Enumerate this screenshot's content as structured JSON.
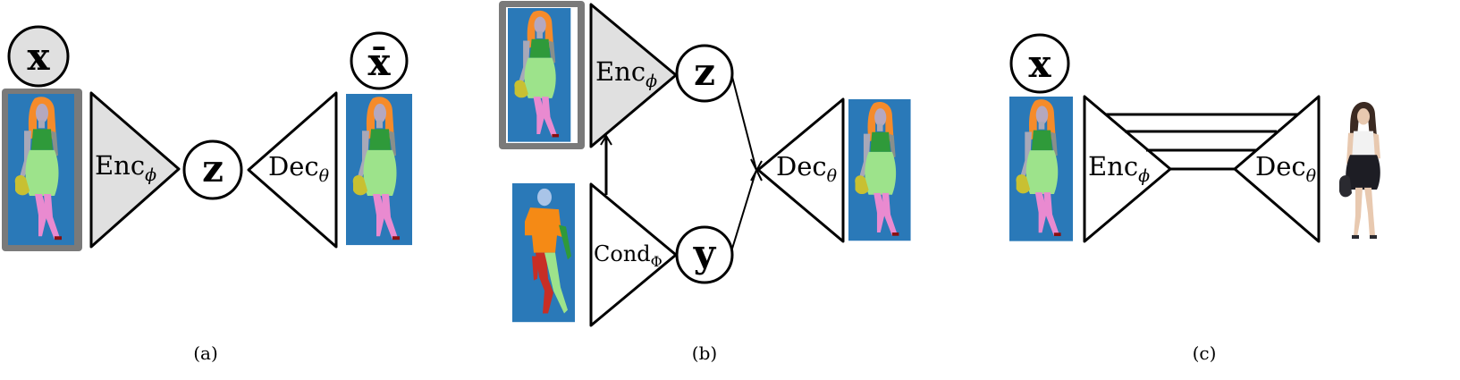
{
  "panels": {
    "a": {
      "caption": "(a)",
      "x_label": "x",
      "xbar_label": "x̄",
      "z_label": "z",
      "enc_label": "Enc",
      "enc_sub": "ϕ",
      "dec_label": "Dec",
      "dec_sub": "θ"
    },
    "b": {
      "caption": "(b)",
      "z_label": "z",
      "y_label": "y",
      "enc_label": "Enc",
      "enc_sub": "ϕ",
      "cond_label": "Cond",
      "cond_sub": "Φ",
      "dec_label": "Dec",
      "dec_sub": "θ"
    },
    "c": {
      "caption": "(c)",
      "x_label": "x",
      "enc_label": "Enc",
      "enc_sub": "ϕ",
      "dec_label": "Dec",
      "dec_sub": "θ"
    }
  },
  "colors": {
    "segmap_background": "#2a79b8",
    "hair": "#f58b2a",
    "face_skin": "#a8a8b8",
    "top": "#2f9a3a",
    "skirt": "#9de38b",
    "legs": "#e98ad0",
    "bag": "#c8c032",
    "arm": "#8a8f8a",
    "pose_shirt": "#f58a15",
    "pose_pants": "#c82e25",
    "pose_leg": "#9de38b",
    "pose_head": "#a9c4e8",
    "encoder_fill": "#e0e0e0",
    "frame_gray": "#7a7a7a",
    "photo_top": "#f2f2f2",
    "photo_skirt": "#1d1d24",
    "photo_hair": "#3b2a22"
  }
}
